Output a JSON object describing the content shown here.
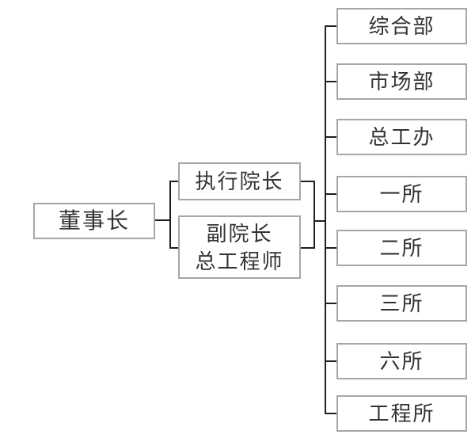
{
  "org_chart": {
    "type": "organization-chart",
    "root": {
      "label": "董事长"
    },
    "level2": {
      "executive_dean": {
        "label": "执行院长"
      },
      "deputy_dean_chief_engineer": {
        "lines": [
          "副院长",
          "总工程师"
        ]
      }
    },
    "departments": [
      {
        "label": "综合部"
      },
      {
        "label": "市场部"
      },
      {
        "label": "总工办"
      },
      {
        "label": "一所"
      },
      {
        "label": "二所"
      },
      {
        "label": "三所"
      },
      {
        "label": "六所"
      },
      {
        "label": "工程所"
      }
    ],
    "colors": {
      "box_border": "#a6a6a6",
      "connector_line": "#1f1f1f",
      "text": "#333333",
      "background": "#ffffff"
    }
  }
}
